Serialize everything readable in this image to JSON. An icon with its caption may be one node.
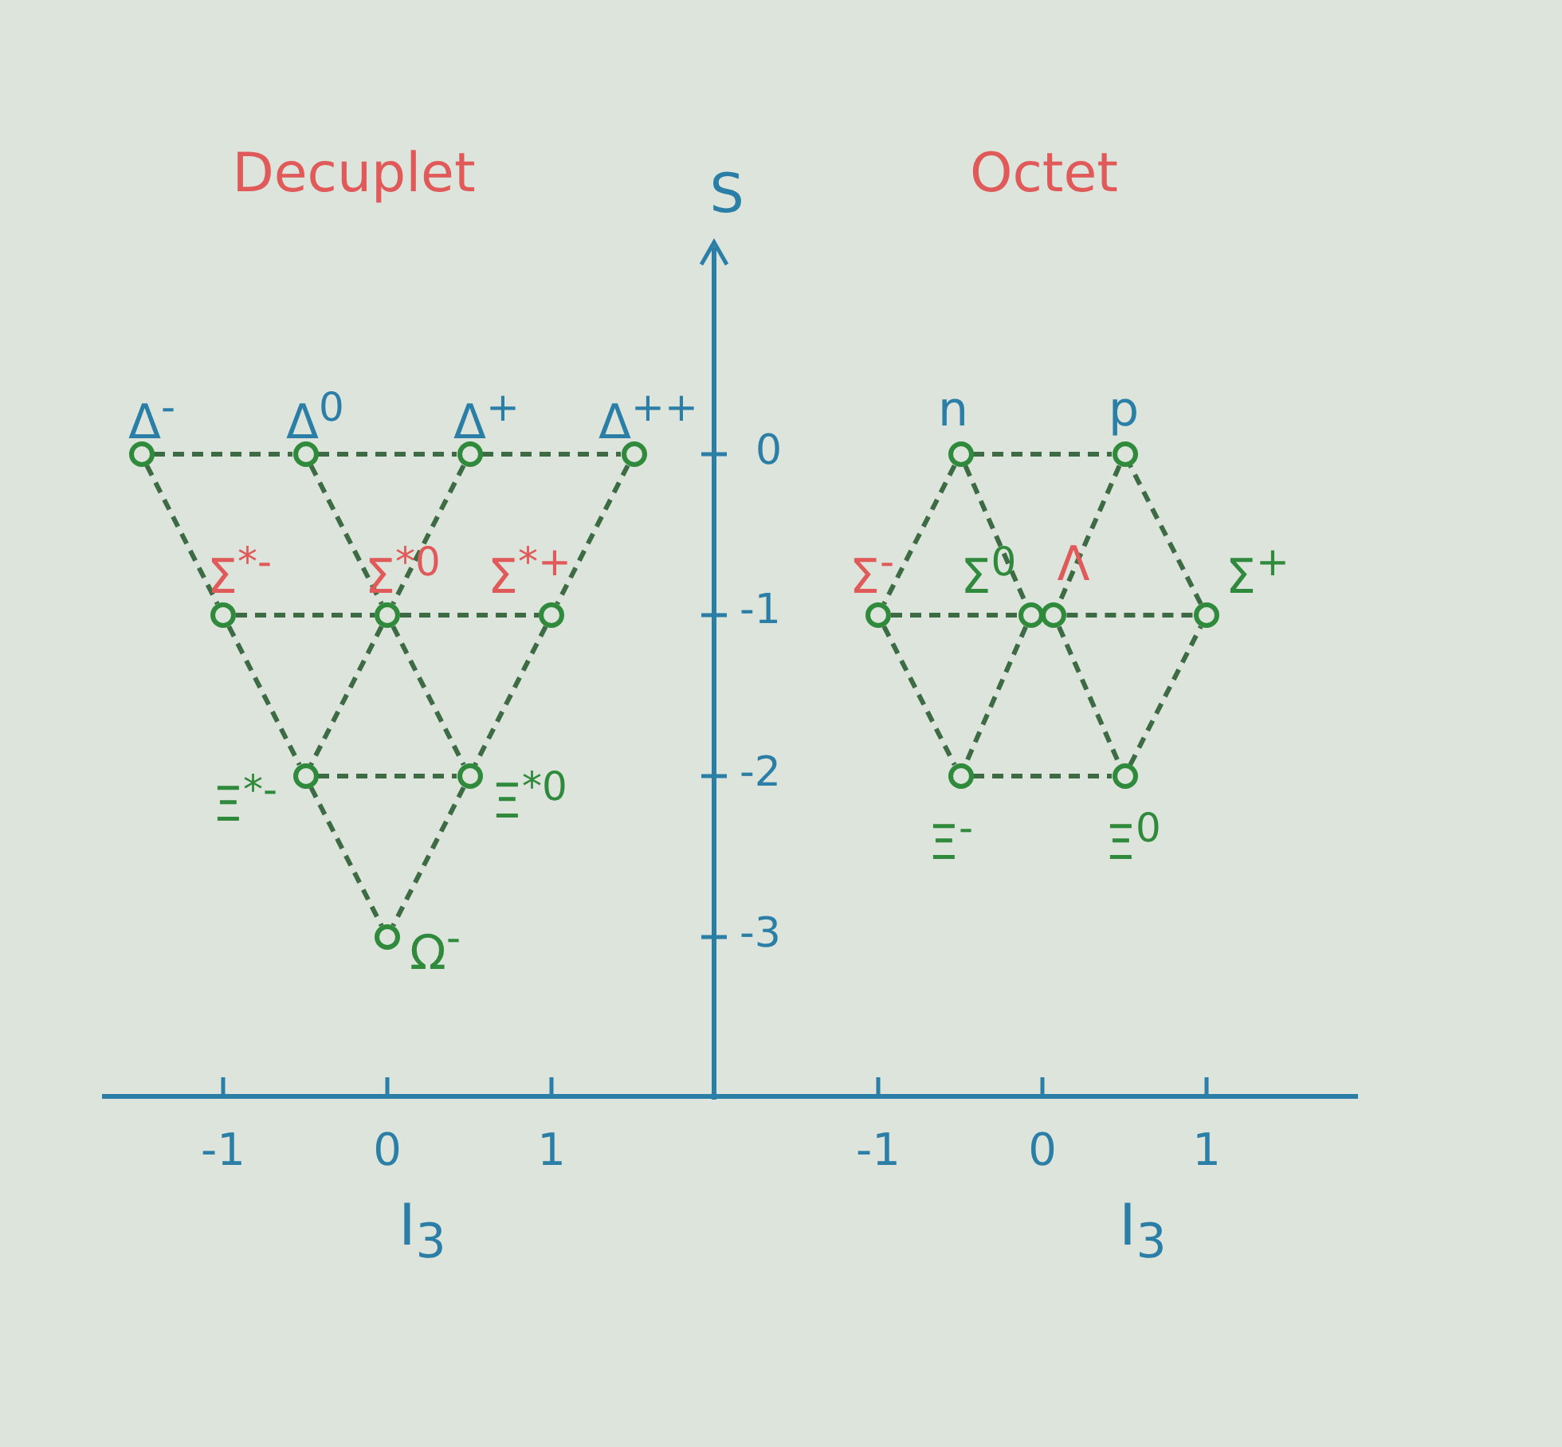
{
  "diagram": {
    "nodes": [
      {
        "text": [],
        "shape": "circle",
        "beside": [
          "Δ$^{-}$"
        ]
      },
      {
        "text": [],
        "shape": "circle",
        "beside": [
          "Δ$^{0}$"
        ]
      },
      {
        "text": [],
        "shape": "circle",
        "beside": [
          "Δ$^{+}$"
        ]
      },
      {
        "text": [],
        "shape": "circle",
        "beside": [
          "Δ$^{++}$"
        ]
      },
      {
        "text": [],
        "shape": "circle",
        "beside": [
          "Σ$^{*-}$"
        ]
      },
      {
        "text": [],
        "shape": "circle",
        "beside": [
          "Σ$^{*0}$"
        ]
      },
      {
        "text": [],
        "shape": "circle",
        "beside": [
          "Σ$^{*+}$"
        ]
      },
      {
        "text": [],
        "shape": "circle",
        "beside": [
          "Ξ$^{*-}$"
        ]
      },
      {
        "text": [],
        "shape": "circle",
        "beside": [
          "Ξ$^{*0}$"
        ]
      },
      {
        "text": [],
        "shape": "circle",
        "beside": [
          "Ω$^{-}$"
        ]
      },
      {
        "text": [],
        "shape": "circle",
        "beside": [
          "n"
        ]
      },
      {
        "text": [],
        "shape": "circle",
        "beside": [
          "p"
        ]
      },
      {
        "text": [],
        "shape": "circle",
        "beside": [
          "Σ$^{-}$"
        ]
      },
      {
        "text": [],
        "shape": "circle",
        "beside": [
          "Σ$^{0}$"
        ]
      },
      {
        "text": [],
        "shape": "circle",
        "beside": [
          "Λ"
        ]
      },
      {
        "text": [],
        "shape": "circle",
        "beside": [
          "Σ$^{+}$"
        ]
      },
      {
        "text": [],
        "shape": "circle",
        "beside": [
          "Ξ$^{-}$"
        ]
      },
      {
        "text": [],
        "shape": "circle",
        "beside": [
          "Ξ$^{0}$"
        ]
      }
    ],
    "edges": [
      {
        "from": 0,
        "to": 1,
        "arrow": "none",
        "style": "dashed"
      },
      {
        "from": 1,
        "to": 2,
        "arrow": "none",
        "style": "dashed"
      },
      {
        "from": 2,
        "to": 3,
        "arrow": "none",
        "style": "dashed"
      },
      {
        "from": 4,
        "to": 5,
        "arrow": "none",
        "style": "dashed"
      },
      {
        "from": 5,
        "to": 6,
        "arrow": "none",
        "style": "dashed"
      },
      {
        "from": 7,
        "to": 8,
        "arrow": "none",
        "style": "dashed"
      },
      {
        "from": 0,
        "to": 4,
        "arrow": "none",
        "style": "dashed"
      },
      {
        "from": 4,
        "to": 7,
        "arrow": "none",
        "style": "dashed"
      },
      {
        "from": 7,
        "to": 9,
        "arrow": "none",
        "style": "dashed"
      },
      {
        "from": 3,
        "to": 6,
        "arrow": "none",
        "style": "dashed"
      },
      {
        "from": 6,
        "to": 8,
        "arrow": "none",
        "style": "dashed"
      },
      {
        "from": 8,
        "to": 9,
        "arrow": "none",
        "style": "dashed"
      },
      {
        "from": 1,
        "to": 5,
        "arrow": "none",
        "style": "dashed"
      },
      {
        "from": 5,
        "to": 8,
        "arrow": "none",
        "style": "dashed"
      },
      {
        "from": 2,
        "to": 5,
        "arrow": "none",
        "style": "dashed"
      },
      {
        "from": 5,
        "to": 7,
        "arrow": "none",
        "style": "dashed"
      },
      {
        "from": 10,
        "to": 11,
        "arrow": "none",
        "style": "dashed"
      },
      {
        "from": 10,
        "to": 12,
        "arrow": "none",
        "style": "dashed"
      },
      {
        "from": 12,
        "to": 16,
        "arrow": "none",
        "style": "dashed"
      },
      {
        "from": 16,
        "to": 17,
        "arrow": "none",
        "style": "dashed"
      },
      {
        "from": 17,
        "to": 15,
        "arrow": "none",
        "style": "dashed"
      },
      {
        "from": 15,
        "to": 11,
        "arrow": "none",
        "style": "dashed"
      },
      {
        "from": 12,
        "to": 13,
        "arrow": "none",
        "style": "dashed"
      },
      {
        "from": 14,
        "to": 15,
        "arrow": "none",
        "style": "dashed"
      },
      {
        "from": 10,
        "to": 13,
        "arrow": "none",
        "style": "dashed"
      },
      {
        "from": 14,
        "to": 17,
        "arrow": "none",
        "style": "dashed"
      },
      {
        "from": 11,
        "to": 14,
        "arrow": "none",
        "style": "dashed"
      },
      {
        "from": 13,
        "to": 16,
        "arrow": "none",
        "style": "dashed"
      }
    ],
    "labels": [
      "Decuplet",
      "S",
      "Octet",
      "0",
      "-1",
      "-2",
      "-3",
      "-1",
      "0",
      "1",
      "-1",
      "0",
      "1",
      "I$_{3}$",
      "I$_{3}$"
    ]
  }
}
